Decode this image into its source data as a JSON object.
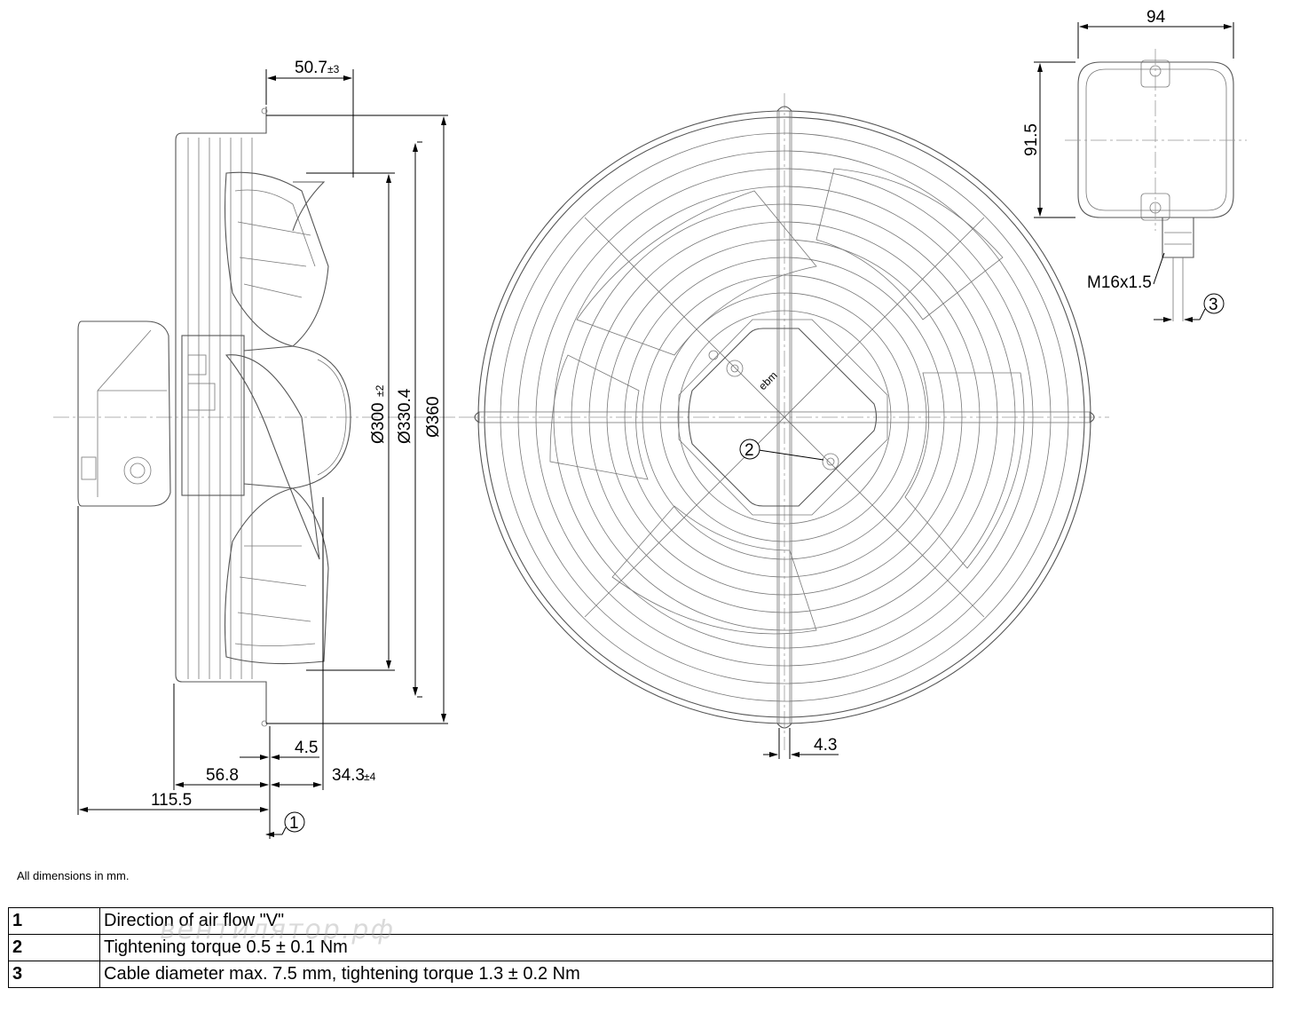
{
  "side_view": {
    "dim_50_7": "50.7",
    "dim_50_7_tol": "±3",
    "dia_300": "Ø300",
    "dia_300_tol": "±2",
    "dia_330_4": "Ø330.4",
    "dia_360": "Ø360",
    "dim_4_5": "4.5",
    "dim_56_8": "56.8",
    "dim_34_3": "34.3",
    "dim_34_3_tol": "±4",
    "dim_115_5": "115.5",
    "callout_1": "1"
  },
  "front_view": {
    "dim_4_3": "4.3",
    "callout_2": "2",
    "brand": "ebm"
  },
  "box_view": {
    "dim_94": "94",
    "dim_91_5": "91.5",
    "thread": "M16x1.5",
    "callout_3": "3"
  },
  "note": "All dimensions in mm.",
  "legend": [
    {
      "num": "1",
      "text": "Direction of air flow \"V\""
    },
    {
      "num": "2",
      "text": "Tightening torque 0.5 ± 0.1 Nm"
    },
    {
      "num": "3",
      "text": "Cable diameter max. 7.5 mm, tightening torque 1.3 ± 0.2 Nm"
    }
  ],
  "watermark": "вентилятор.рф"
}
